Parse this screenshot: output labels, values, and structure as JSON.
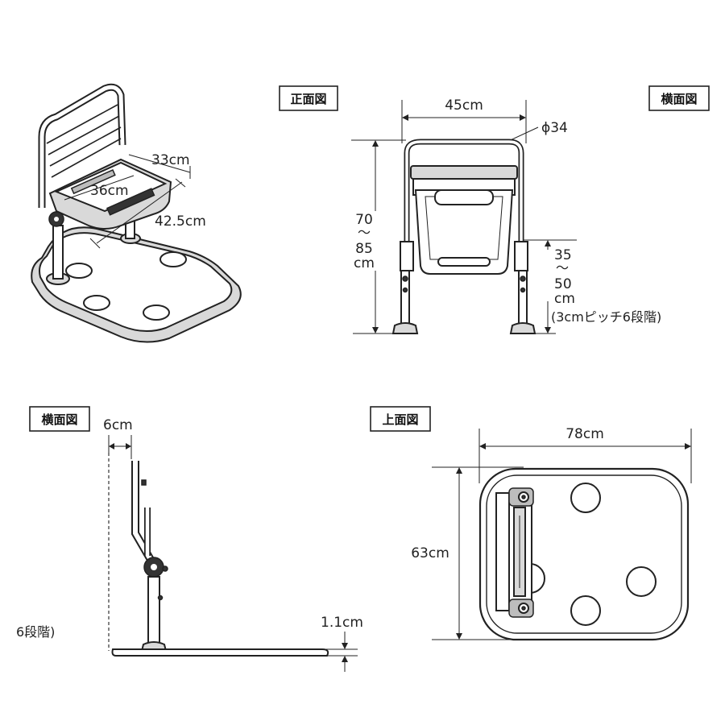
{
  "views": {
    "front": {
      "label": "正面図"
    },
    "side_top_right": {
      "label": "横面図"
    },
    "side_bottom": {
      "label": "横面図"
    },
    "top": {
      "label": "上面図"
    }
  },
  "dimensions": {
    "perspective_depth": "33cm",
    "perspective_seat_width": "36cm",
    "perspective_seat_depth": "42.5cm",
    "front_width": "45cm",
    "front_pipe": "ϕ34",
    "front_height_top": "70",
    "front_height_tilde": "～",
    "front_height_bottom": "85",
    "front_height_unit": "cm",
    "seat_height_top": "35",
    "seat_height_tilde": "～",
    "seat_height_bottom": "50",
    "seat_height_unit": "cm",
    "seat_height_note": "(3cmピッチ6段階)",
    "side_offset": "6cm",
    "base_thickness": "1.1cm",
    "partial_note": "6段階)",
    "top_width": "78cm",
    "top_depth": "63cm"
  }
}
